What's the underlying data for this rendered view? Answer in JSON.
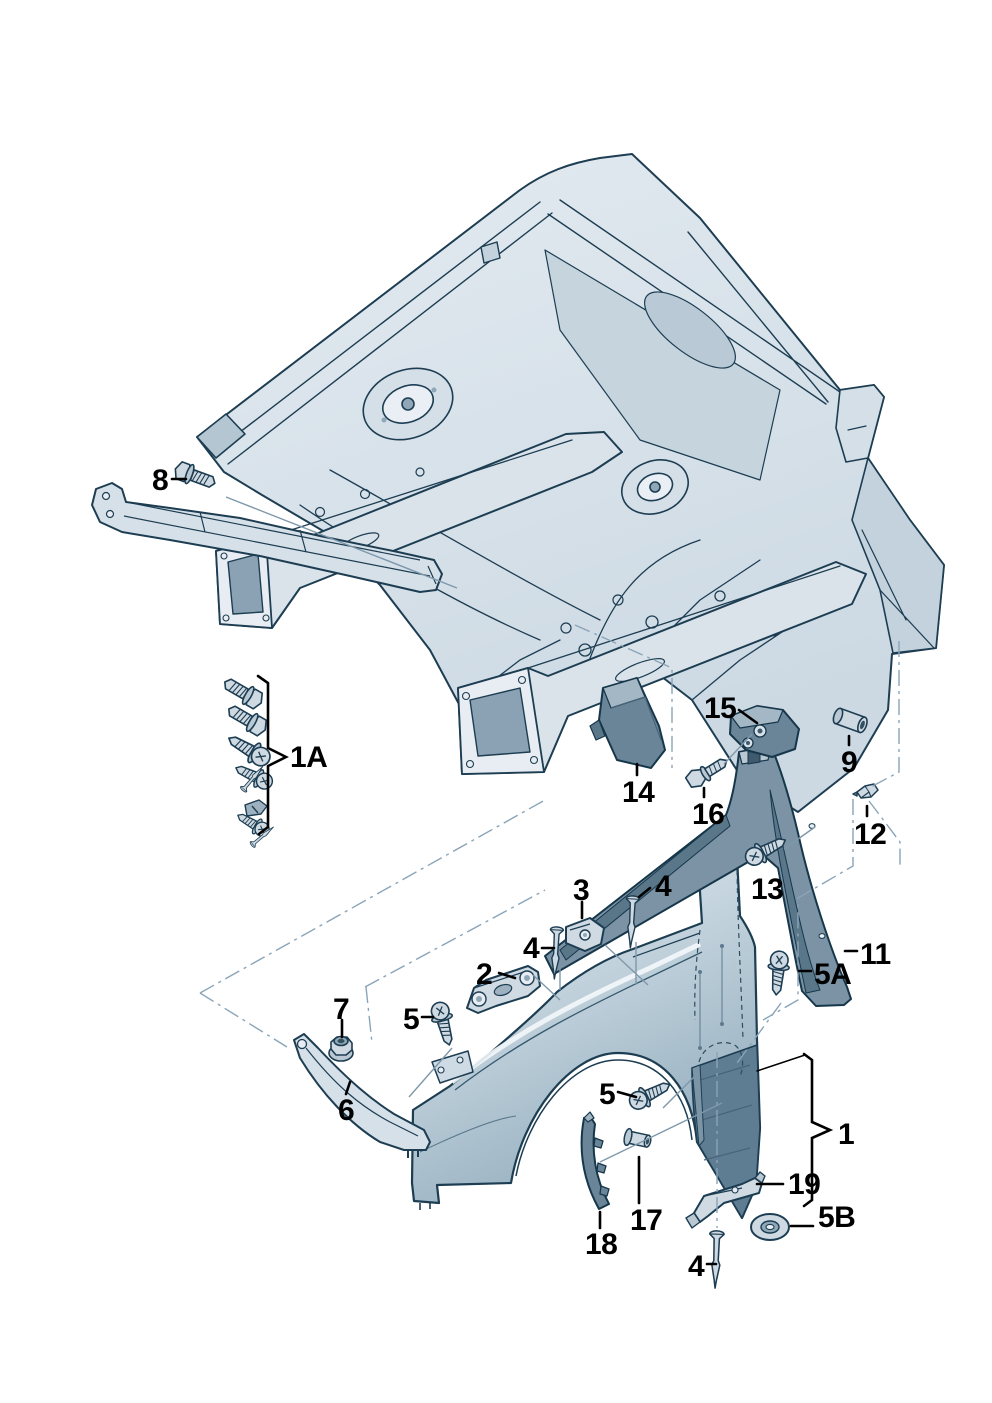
{
  "diagram": {
    "title": "Front fender exploded parts diagram",
    "type": "exploded-parts-illustration",
    "background": "#ffffff"
  },
  "colors": {
    "outline": "#1d3d52",
    "metal_light": "#dce5ec",
    "metal_mid": "#c3d2dd",
    "metal_shade": "#9db5c4",
    "fastener": "#cfd9e2",
    "part_dark": "#6b8598",
    "part_dark_shade": "#5a7689",
    "construction_line": "#8aa4b8",
    "leader_line": "#7e98ab",
    "label_color": "#000000"
  },
  "callouts": [
    {
      "id": "c8",
      "text": "8",
      "part": "hex-flange-bolt"
    },
    {
      "id": "c1A",
      "text": "1A",
      "part": "fastener-kit"
    },
    {
      "id": "c14",
      "text": "14",
      "part": "wedge-bracket"
    },
    {
      "id": "c15",
      "text": "15",
      "part": "reinforcement-plate"
    },
    {
      "id": "c16",
      "text": "16",
      "part": "stud-bolt"
    },
    {
      "id": "c9",
      "text": "9",
      "part": "spacer-sleeve"
    },
    {
      "id": "c12",
      "text": "12",
      "part": "clip-nut"
    },
    {
      "id": "c13",
      "text": "13",
      "part": "screw"
    },
    {
      "id": "c11",
      "text": "11",
      "part": "a-pillar-trim"
    },
    {
      "id": "c5A",
      "text": "5A",
      "part": "screw"
    },
    {
      "id": "c3",
      "text": "3",
      "part": "clamp-bracket"
    },
    {
      "id": "c4a",
      "text": "4",
      "part": "rivet-pin"
    },
    {
      "id": "c4b",
      "text": "4",
      "part": "rivet-pin"
    },
    {
      "id": "c2",
      "text": "2",
      "part": "mounting-bracket"
    },
    {
      "id": "c5a",
      "text": "5",
      "part": "screw"
    },
    {
      "id": "c5b",
      "text": "5",
      "part": "screw"
    },
    {
      "id": "c7",
      "text": "7",
      "part": "flange-nut"
    },
    {
      "id": "c6",
      "text": "6",
      "part": "fender-support-bracket"
    },
    {
      "id": "c1",
      "text": "1",
      "part": "front-fender"
    },
    {
      "id": "c19",
      "text": "19",
      "part": "guide-bracket"
    },
    {
      "id": "c5B",
      "text": "5B",
      "part": "washer-grommet"
    },
    {
      "id": "c17",
      "text": "17",
      "part": "spacer-pin"
    },
    {
      "id": "c18",
      "text": "18",
      "part": "trim-strip"
    },
    {
      "id": "c4c",
      "text": "4",
      "part": "rivet-pin"
    }
  ]
}
